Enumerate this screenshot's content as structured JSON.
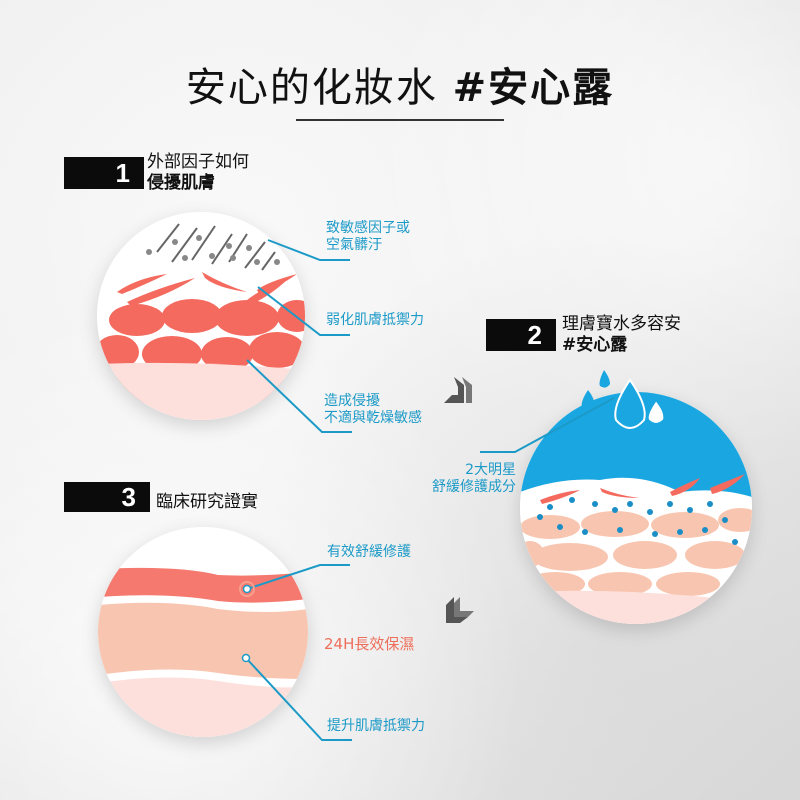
{
  "title": {
    "main": "安心的化妝水 ",
    "hashtag": "#安心露"
  },
  "steps": [
    {
      "number": "1",
      "line1": "外部因子如何",
      "line2": "侵擾肌膚",
      "callouts": [
        {
          "line1": "致敏感因子或",
          "line2": "空氣髒汙"
        },
        {
          "line1": "弱化肌膚抵禦力",
          "line2": ""
        },
        {
          "line1": "造成侵擾",
          "line2": "不適與乾燥敏感"
        }
      ]
    },
    {
      "number": "2",
      "line1": "理膚寶水多容安",
      "line2": "#安心露",
      "callouts": [
        {
          "line1": "2大明星",
          "line2": "舒緩修護成分"
        }
      ]
    },
    {
      "number": "3",
      "line1": "臨床研究證實",
      "callouts": [
        {
          "line1": "有效舒緩修護"
        },
        {
          "line1": "24H長效保濕"
        },
        {
          "line1": "提升肌膚抵禦力"
        }
      ]
    }
  ],
  "colors": {
    "accent_blue": "#1c9ac7",
    "water_blue": "#1aa6e0",
    "cell_red": "#f46a5e",
    "cell_peach": "#f8c6b0",
    "skin_pink": "#fde0dc",
    "badge_black": "#0b0b0b"
  },
  "icons": {
    "arrow_1": "double-chevron-down-right-icon",
    "arrow_2": "double-chevron-down-left-icon"
  }
}
